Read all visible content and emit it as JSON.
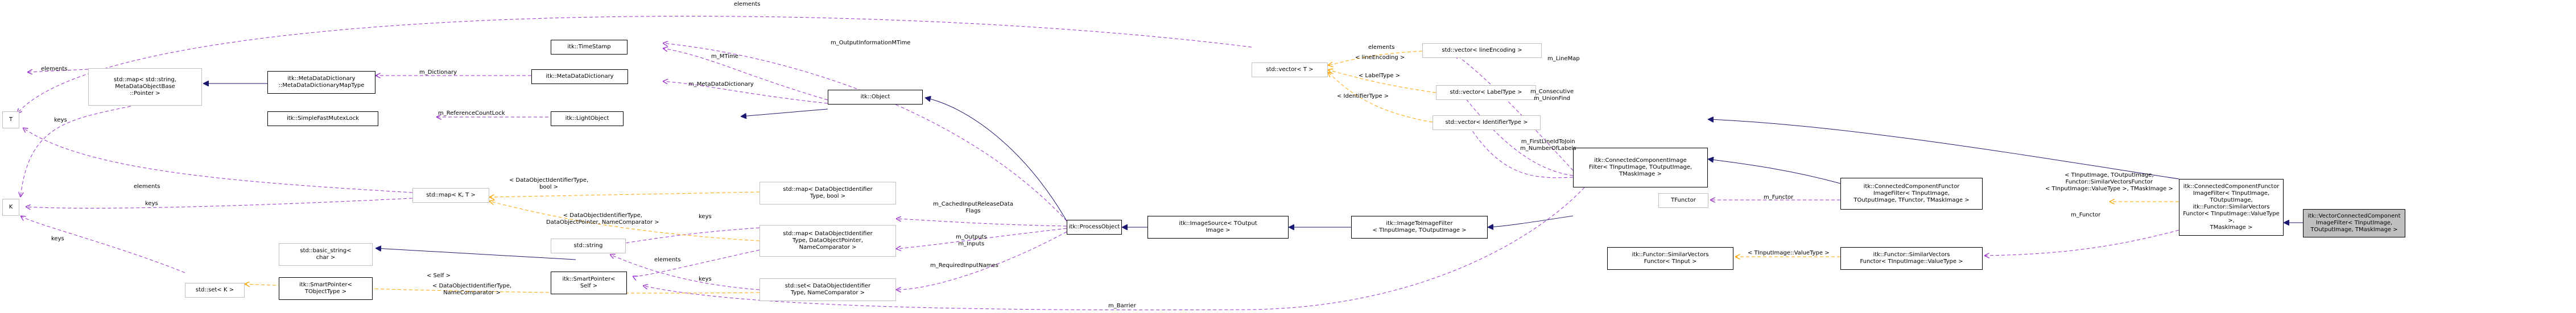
{
  "colors": {
    "inherit": "#191970",
    "usage": "#9a32cd",
    "template": "#ffa500",
    "node_border": "#000000",
    "node_border_external": "#bfbfbf",
    "focus_fill": "#bfbfbf"
  },
  "nodes": {
    "T": "T",
    "K": "K",
    "map_string_base": "std::map< std::string,\nMetaDataObjectBase\n::Pointer >",
    "mdd_maptype": "itk::MetaDataDictionary\n::MetaDataDictionaryMapType",
    "simple_fast_mutex": "itk::SimpleFastMutexLock",
    "map_kt": "std::map< K, T >",
    "basic_string": "std::basic_string<\nchar >",
    "smartpointer_objecttype": "itk::SmartPointer<\nTObjectType >",
    "set_k": "std::set< K >",
    "timestamp": "itk::TimeStamp",
    "mdd": "itk::MetaDataDictionary",
    "lightobject": "itk::LightObject",
    "object": "itk::Object",
    "std_string": "std::string",
    "smartpointer_self": "itk::SmartPointer<\nSelf >",
    "map_doi_bool": "std::map< DataObjectIdentifier\nType, bool >",
    "map_doi_ptr": "std::map< DataObjectIdentifier\nType, DataObjectPointer,\nNameComparator >",
    "set_doi": "std::set< DataObjectIdentifier\nType, NameComparator >",
    "processobject": "itk::ProcessObject",
    "vector_t": "std::vector< T >",
    "vector_lineencoding": "std::vector< lineEncoding >",
    "vector_labeltype": "std::vector< LabelType >",
    "vector_identifiertype": "std::vector< IdentifierType >",
    "imagesource": "itk::ImageSource< TOutput\nImage >",
    "imagetoimagefilter": "itk::ImageToImageFilter\n< TInputImage, TOutputImage >",
    "cc_image_filter": "itk::ConnectedComponentImage\nFilter< TInputImage, TOutputImage,\nTMaskImage >",
    "tfunctor": "TFunctor",
    "cc_functor_filter": "itk::ConnectedComponentFunctor\nImageFilter< TInputImage,\nTOutputImage, TFunctor, TMaskImage >",
    "similar_vectors_tinput": "itk::Functor::SimilarVectors\nFunctor< TInput >",
    "similar_vectors_valuetype": "itk::Functor::SimilarVectors\nFunctor< TInputImage::ValueType >",
    "cc_functor_filter_similar": "itk::ConnectedComponentFunctor\nImageFilter< TInputImage,\nTOutputImage, itk::Functor::SimilarVectors\nFunctor< TInputImage::ValueType >,\nTMaskImage >",
    "vector_cc_filter": "itk::VectorConnectedComponent\nImageFilter< TInputImage,\nTOutputImage, TMaskImage >"
  },
  "edge_labels": {
    "elements_top": "elements",
    "elements_map": "elements",
    "elements_left": "elements",
    "keys_map": "keys",
    "keys_left": "keys",
    "keys_k": "keys",
    "dictionary": "m_Dictionary",
    "metadata_dictionary": "m_MetaDataDictionary",
    "mtime": "m_MTime",
    "output_info_mtime": "m_OutputInformationMTime",
    "reference_count_lock": "m_ReferenceCountLock",
    "template_doi_bool": "< DataObjectIdentifierType,\nbool >",
    "template_doi_ptr": "< DataObjectIdentifierType,\nDataObjectPointer, NameComparator >",
    "keys_string_1": "keys",
    "keys_string_2": "keys",
    "elements_sp": "elements",
    "template_self": "< Self >",
    "template_doi_nc": "< DataObjectIdentifierType,\nNameComparator >",
    "cached_input": "m_CachedInputReleaseData\nFlags",
    "outputs_inputs": "m_Outputs\nm_Inputs",
    "required_input_names": "m_RequiredInputNames",
    "elements_vec": "elements",
    "line_encoding": "< lineEncoding >",
    "label_type": "< LabelType >",
    "identifier_type": "< IdentifierType >",
    "line_map": "m_LineMap",
    "consecutive": "m_Consecutive\nm_UnionFind",
    "first_line": "m_FirstLineIdToJoin\nm_NumberOfLabels",
    "functor": "m_Functor",
    "functor2": "m_Functor",
    "template_valuetype": "< TInputImage::ValueType >",
    "template_similar": "< TInputImage, TOutputImage,\nFunctor::SimilarVectorsFunctor\n< TInputImage::ValueType >, TMaskImage >",
    "barrier": "m_Barrier"
  }
}
